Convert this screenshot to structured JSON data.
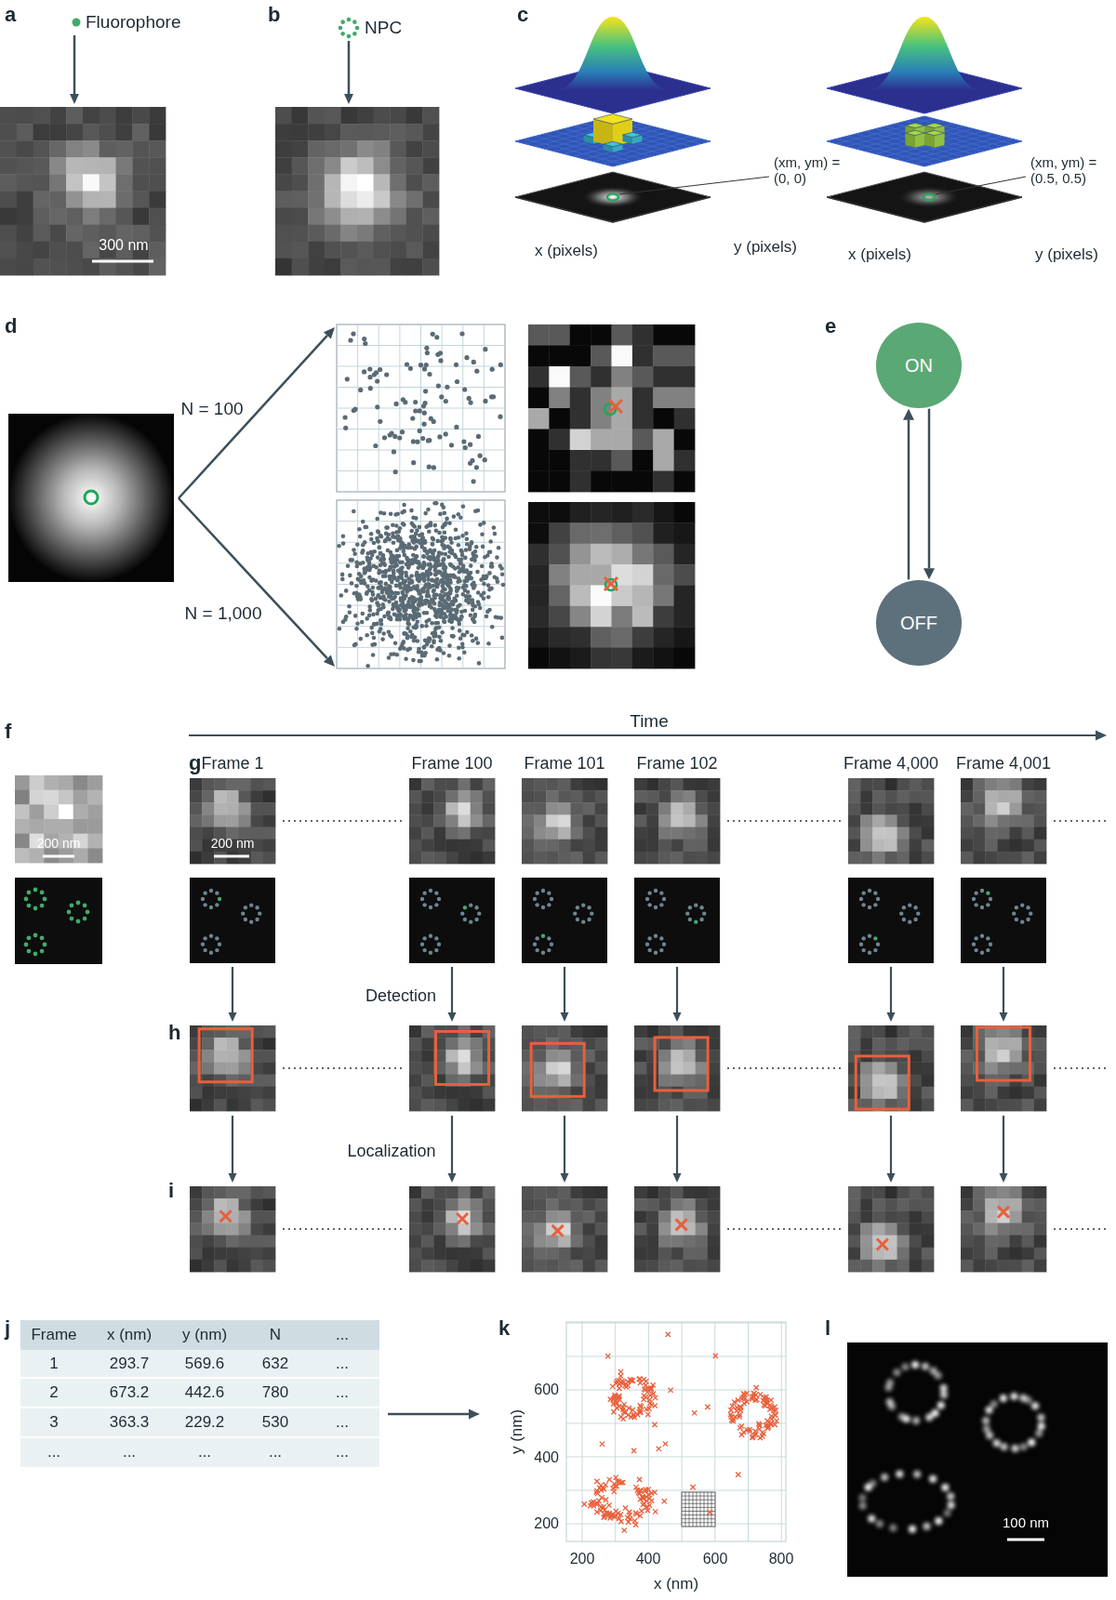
{
  "diagram": {
    "nodes": [
      {
        "text": [
          "ON"
        ]
      },
      {
        "text": [
          "OFF"
        ]
      }
    ],
    "edges": [
      {
        "from": 0,
        "to": 1,
        "arrow": "to"
      },
      {
        "from": 1,
        "to": 0,
        "arrow": "to"
      }
    ],
    "labels": [
      "a",
      "Fluorophore",
      "300 nm",
      "b",
      "NPC",
      "c",
      "(xm, ym) = (0, 0)",
      "x (pixels)",
      "y (pixels)",
      "(xm, ym) = (0.5, 0.5)",
      "x (pixels)",
      "y (pixels)",
      "d",
      "N = 100",
      "N = 1,000",
      "e",
      "Time",
      "f",
      "200 nm",
      "g",
      "Frame 1",
      "200 nm",
      "Frame 100",
      "Frame 101",
      "Frame 102",
      "Frame 4,000",
      "Frame 4,001",
      "Detection",
      "h",
      "Localization",
      "i",
      "j",
      "Frame",
      "x (nm)",
      "y (nm)",
      "N",
      "...",
      "1",
      "293.7",
      "569.6",
      "632",
      "...",
      "2",
      "673.2",
      "442.6",
      "780",
      "...",
      "3",
      "363.3",
      "229.2",
      "530",
      "...",
      "...",
      "...",
      "...",
      "...",
      "...",
      "k",
      "600",
      "400",
      "200",
      "200",
      "400",
      "600",
      "800",
      "y (nm)",
      "x (nm)",
      "l",
      "100 nm"
    ]
  }
}
